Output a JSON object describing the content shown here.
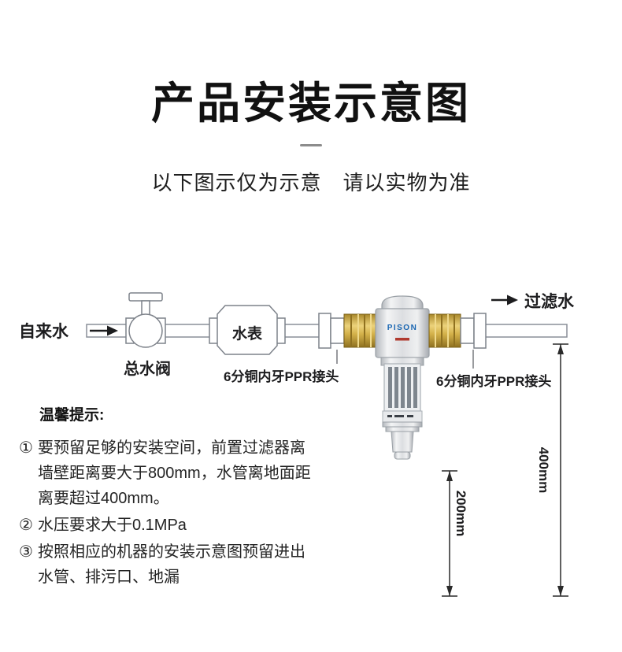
{
  "header": {
    "title": "产品安装示意图",
    "subtitle": "以下图示仅为示意　请以实物为准"
  },
  "diagram": {
    "tap_water_label": "自来水",
    "main_valve_label": "总水阀",
    "water_meter_label": "水表",
    "ppr_left_label": "6分铜内牙PPR接头",
    "ppr_right_label": "6分铜内牙PPR接头",
    "filtered_water_label": "过滤水",
    "dim_200_label": "200mm",
    "dim_400_label": "400mm",
    "brand_label": "PISON"
  },
  "tips": {
    "title": "温馨提示:",
    "items": [
      {
        "num": "①",
        "text": "要预留足够的安装空间，前置过滤器离墙壁距离要大于800mm，水管离地面距离要超过400mm。"
      },
      {
        "num": "②",
        "text": "水压要求大于0.1MPa"
      },
      {
        "num": "③",
        "text": "按照相应的机器的安装示意图预留进出水管、排污口、地漏"
      }
    ]
  },
  "colors": {
    "brass": "#c8a53c",
    "silver": "#d9dbde",
    "outline": "#8a8f98",
    "text": "#1d1d1f",
    "brand_blue": "#1a66b2"
  }
}
